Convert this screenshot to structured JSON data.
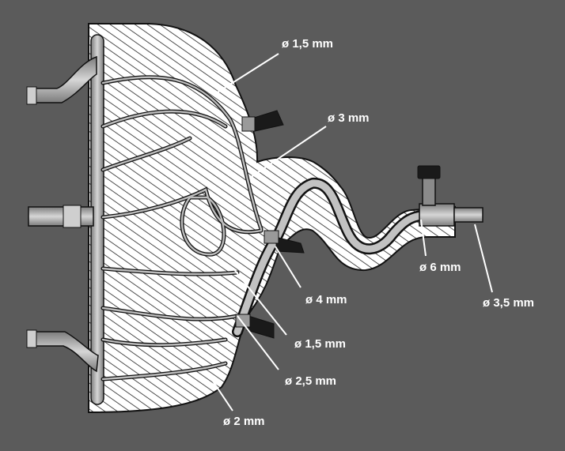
{
  "labels": {
    "d1": "ø 1,5 mm",
    "d2": "ø 3 mm",
    "d3": "ø 6 mm",
    "d4": "ø 3,5 mm",
    "d5": "ø 4 mm",
    "d6": "ø 1,5 mm",
    "d7": "ø 2,5 mm",
    "d8": "ø 2 mm"
  },
  "colors": {
    "background": "#5b5b5b",
    "body_fill": "#ffffff",
    "hatch": "#222222",
    "tube_fill": "#a8a8a8",
    "outline": "#111111",
    "label_text": "#ffffff"
  }
}
